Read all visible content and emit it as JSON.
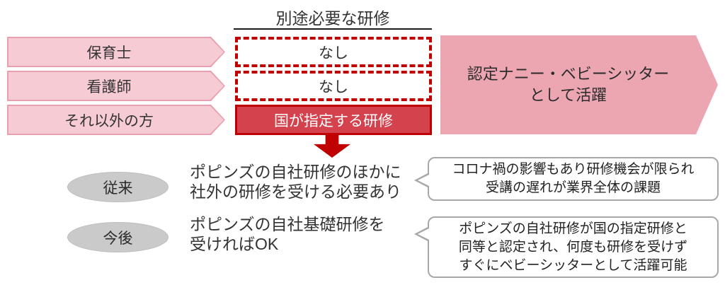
{
  "header": {
    "title": "別途必要な研修"
  },
  "groups": [
    {
      "label": "保育士",
      "training": "なし"
    },
    {
      "label": "看護師",
      "training": "なし"
    },
    {
      "label": "それ以外の方",
      "training": "国が指定する研修"
    }
  ],
  "outcome": {
    "line1": "認定ナニー・ベビーシッター",
    "line2": "として活躍"
  },
  "rows": [
    {
      "badge": "従来",
      "statement_line1": "ポピンズの自社研修のほかに",
      "statement_line2": "社外の研修を受ける必要あり",
      "bubble_lines": [
        "コロナ禍の影響もあり研修機会が限られ",
        "受講の遅れが業界全体の課題"
      ]
    },
    {
      "badge": "今後",
      "statement_line1": "ポピンズの自社基礎研修を",
      "statement_line2": "受ければOK",
      "bubble_lines": [
        "ポピンズの自社研修が国の指定研修と",
        "同等と認定され、何度も研修を受けず",
        "すぐにベビーシッターとして活躍可能"
      ]
    }
  ],
  "colors": {
    "pink_light": "#f6cbd4",
    "pink_border": "#e8a0b0",
    "pink_arrow": "#eca6b2",
    "red_accent": "#c00000",
    "red_box_fill": "#d4434d",
    "badge_gray": "#cacaca",
    "bubble_border": "#a8a8a8"
  }
}
